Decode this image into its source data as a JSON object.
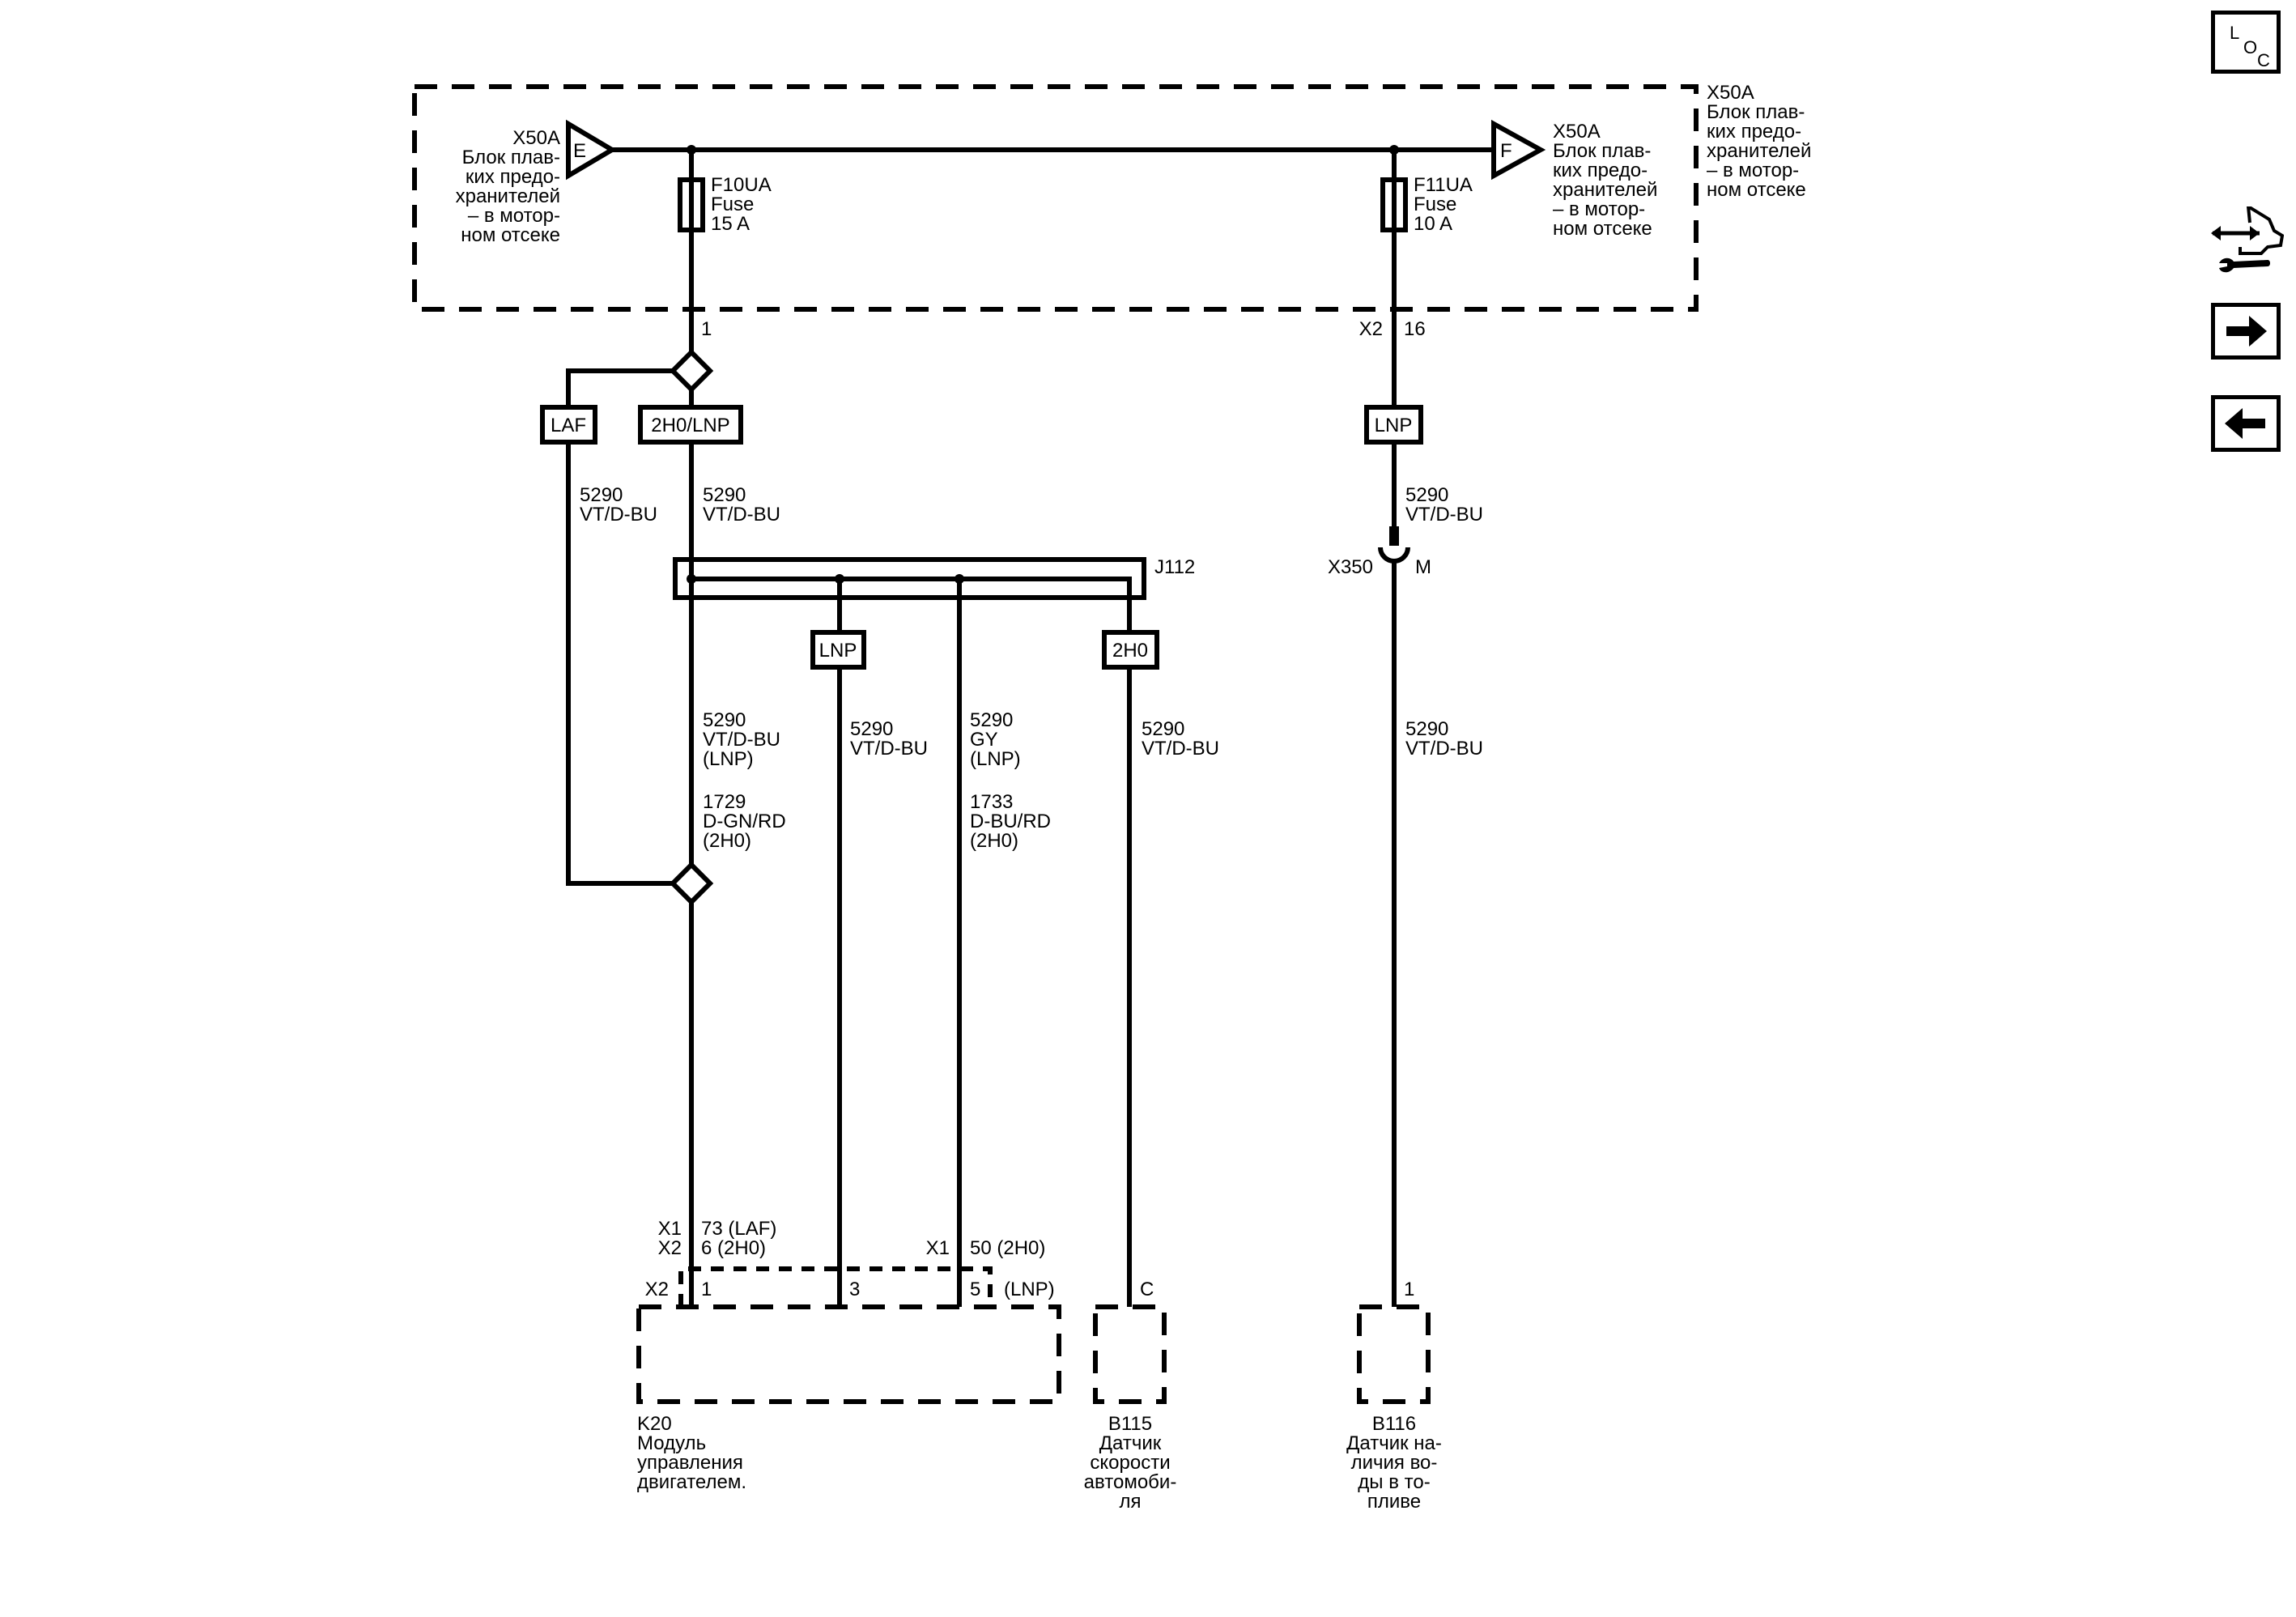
{
  "nav": {
    "loc_letters": [
      "L",
      "O",
      "C"
    ],
    "icons": [
      "loc-icon",
      "service-info-icon",
      "forward-arrow-icon",
      "back-arrow-icon"
    ]
  },
  "fuse_block": {
    "outer_label": [
      "X50A",
      "Блок плав-",
      "ких предо-",
      "хранителей",
      "– в мотор-",
      "ном отсеке"
    ],
    "left_connector": {
      "pin": "E",
      "label": [
        "X50A",
        "Блок плав-",
        "ких предо-",
        "хранителей",
        "– в мотор-",
        "ном отсеке"
      ]
    },
    "right_connector": {
      "pin": "F",
      "label": [
        "X50A",
        "Блок плав-",
        "ких предо-",
        "хранителей",
        "– в мотор-",
        "ном отсеке"
      ]
    },
    "fuses": [
      {
        "id": "F10UA",
        "type": "Fuse",
        "rating": "15 A",
        "out_pin": "1",
        "out_connector": ""
      },
      {
        "id": "F11UA",
        "type": "Fuse",
        "rating": "10 A",
        "out_pin": "16",
        "out_connector": "X2"
      }
    ]
  },
  "options": {
    "laf": "LAF",
    "h0lnp": "2H0/LNP",
    "lnp_mid": "LNP",
    "h0_mid": "2H0",
    "lnp_right": "LNP"
  },
  "wires": {
    "laf_wire": [
      "5290",
      "VT/D-BU"
    ],
    "main_wire": [
      "5290",
      "VT/D-BU"
    ],
    "right_upper": [
      "5290",
      "VT/D-BU"
    ],
    "col1": [
      "5290",
      "VT/D-BU",
      "(LNP)",
      "",
      "1729",
      "D-GN/RD",
      "(2H0)"
    ],
    "col2": [
      "5290",
      "VT/D-BU"
    ],
    "col3": [
      "5290",
      "GY",
      "(LNP)",
      "",
      "1733",
      "D-BU/RD",
      "(2H0)"
    ],
    "col4": [
      "5290",
      "VT/D-BU"
    ],
    "right_lower": [
      "5290",
      "VT/D-BU"
    ]
  },
  "splice": {
    "id": "J112"
  },
  "inline_connector": {
    "id": "X350",
    "pin": "M"
  },
  "k20_pins": {
    "row1_conn": "X1",
    "row1_pin": "73 (LAF)",
    "row2_conn": "X2",
    "row2_pin": "6 (2H0)",
    "mid_conn": "X1",
    "mid_pin": "50 (2H0)",
    "lnp_conn": "X2",
    "pin1": "1",
    "pin3": "3",
    "pin5": "5",
    "lnp_suffix": "(LNP)"
  },
  "components": [
    {
      "id": "K20",
      "desc": [
        "Модуль",
        "управления",
        "двигателем."
      ],
      "pin": ""
    },
    {
      "id": "B115",
      "desc": [
        "Датчик",
        "скорости",
        "автомоби-",
        "ля"
      ],
      "pin": "C"
    },
    {
      "id": "B116",
      "desc": [
        "Датчик на-",
        "личия во-",
        "ды в то-",
        "пливе"
      ],
      "pin": "1"
    }
  ]
}
